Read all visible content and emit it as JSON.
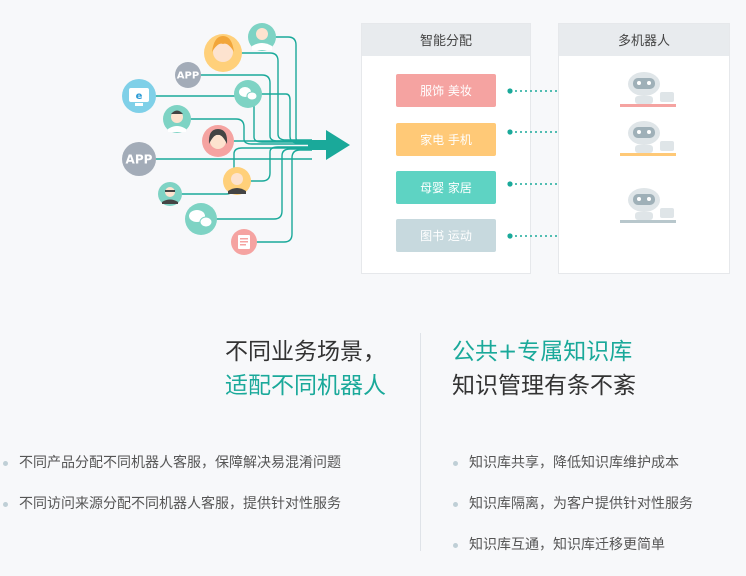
{
  "diagram": {
    "left_panel_title": "智能分配",
    "right_panel_title": "多机器人",
    "categories": [
      {
        "label": "服饰 美妆",
        "color": "#f5a3a1"
      },
      {
        "label": "家电 手机",
        "color": "#ffc977"
      },
      {
        "label": "母婴 家居",
        "color": "#5ed3c3"
      },
      {
        "label": "图书 运动",
        "color": "#c7d9de"
      }
    ],
    "source_icons": {
      "app_small": "APP",
      "app_large": "APP"
    },
    "colors": {
      "teal": "#1aa99a",
      "robot_base_red": "#f5a3a1",
      "robot_base_yellow": "#ffc977",
      "robot_base_gray": "#b8c7cc"
    }
  },
  "left_block": {
    "heading_line1": "不同业务场景，",
    "heading_line2": "适配不同机器人",
    "bullets": [
      "不同产品分配不同机器人客服，保障解决易混淆问题",
      "不同访问来源分配不同机器人客服，提供针对性服务"
    ]
  },
  "right_block": {
    "heading_line1": "公共+专属知识库",
    "heading_line2": "知识管理有条不紊",
    "bullets": [
      "知识库共享，降低知识库维护成本",
      "知识库隔离，为客户提供针对性服务",
      "知识库互通，知识库迁移更简单"
    ]
  }
}
